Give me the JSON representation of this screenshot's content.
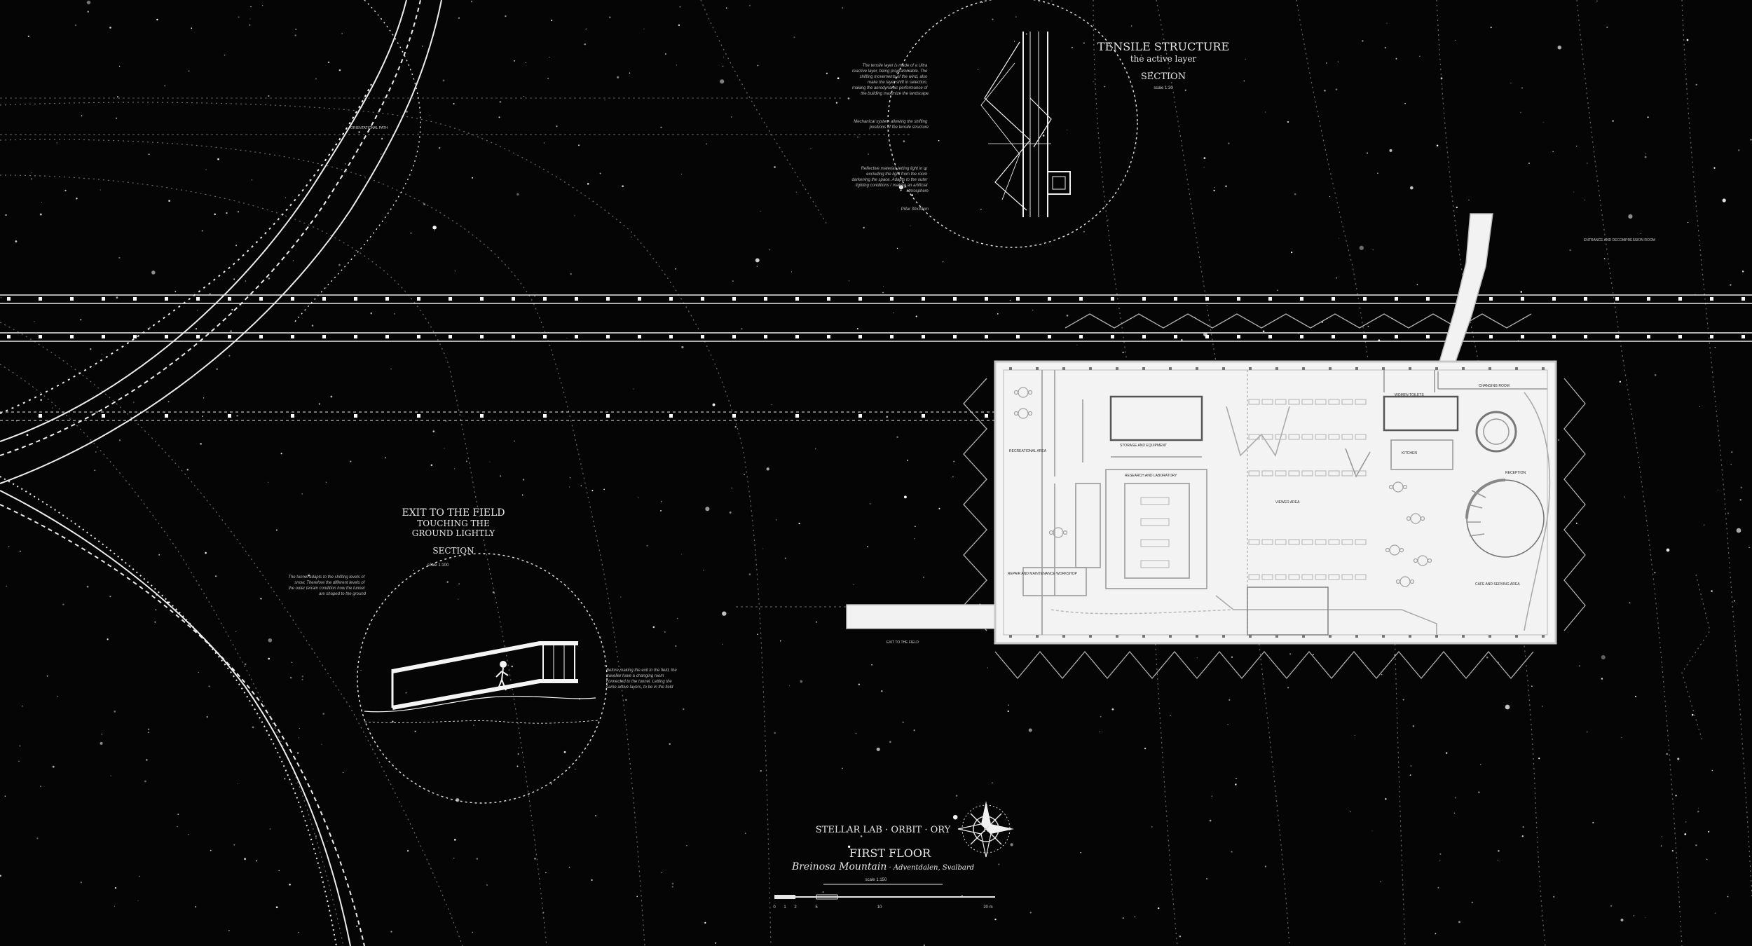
{
  "tensile": {
    "title": "TENSILE STRUCTURE",
    "subtitle": "the active layer",
    "section": "SECTION",
    "scale": "scale 1:30",
    "notes": [
      "The tensile layer is made of a Ultra",
      "reactive layer, being programmable. The",
      "shifting movements of the wind, also",
      "make the layer shift in selection,",
      "making the aerodynamic performance of",
      "the building maximize the landscape"
    ],
    "note2": [
      "Mechanical system allowing the shifting",
      "positions of the tensile structure"
    ],
    "note3": [
      "Reflective material, letting light in or",
      "excluding the light from the room",
      "darkening the space. Adapts to the outer",
      "lighting conditions / making an artificial",
      "atmosphere"
    ],
    "note4": "Pillar 30x30cm"
  },
  "exit": {
    "title": "EXIT TO THE FIELD",
    "line2": "TOUCHING THE",
    "line3": "GROUND LIGHTLY",
    "section": "SECTION",
    "scale": "scale 1:100",
    "note_left": [
      "The tunnel adapts to the shifting levels of",
      "snow. Therefore the different levels of",
      "the outer terrain condition how the tunnel",
      "are shaped to the ground"
    ],
    "note_right": [
      "Before making the exit to the field, the",
      "traveller have a changing room",
      "connected to the tunnel. Letting the",
      "same active layers, to be in the field"
    ]
  },
  "labels": {
    "orientation_path": "ORIENTATIONAL PATH",
    "entrance": "ENTRANCE AND DECOMPRESSION ROOM",
    "exit_field": "EXIT TO THE FIELD"
  },
  "rooms": {
    "recreational": "RECREATIONAL AREA",
    "storage": "STORAGE AND EQUIPMENT",
    "research": "RESEARCH AND LABORATORY",
    "viewer": "VIEWER AREA",
    "repair": "REPAIR AND MAINTENANCE WORKSHOP",
    "kitchen": "KITCHEN",
    "toilets": "WOMEN TOILETS",
    "changing": "CHANGING ROOM",
    "reception": "RECEPTION",
    "cafe": "CAFE AND SERVING AREA"
  },
  "title_block": {
    "project": "STELLAR LAB · ORBIT · ORY",
    "floor": "FIRST FLOOR",
    "location_main": "Breinosa Mountain",
    "location_rest": " · Adventdalen, Svalbard",
    "scale": "scale 1:150",
    "scalebar_ticks": [
      "0",
      "1",
      "2",
      "5",
      "10",
      "20 m"
    ]
  },
  "compass": {
    "north": "N"
  },
  "colors": {
    "background": "#050505",
    "line": "#e8e8e8",
    "building": "#f2f2f2"
  }
}
